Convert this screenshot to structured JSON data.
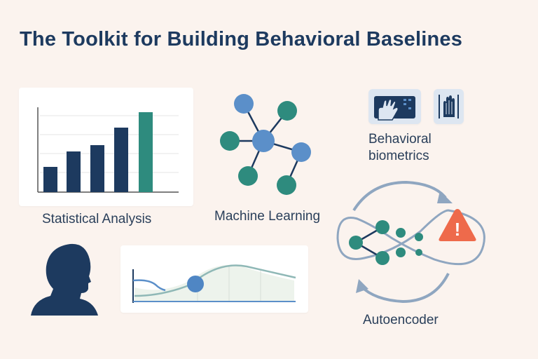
{
  "title": "The Toolkit for Building Behavioral Baselines",
  "colors": {
    "background": "#fbf3ee",
    "navy": "#1d3a5f",
    "teal": "#2e8b7e",
    "blue": "#5b8fc9",
    "gray_blue": "#8fa6c0",
    "warning": "#ee6a4b"
  },
  "tools": {
    "statistical_analysis": {
      "label": "Statistical Analysis"
    },
    "machine_learning": {
      "label": "Machine Learning"
    },
    "behavioral_biometrics": {
      "label_line1": "Behavioral",
      "label_line2": "biometrics"
    },
    "autoencoder": {
      "label": "Autoencoder"
    }
  },
  "icons": {
    "bar_chart": "bar-chart-icon",
    "network": "network-graph-icon",
    "keyboard_hand": "keyboard-hand-icon",
    "palm_scan": "palm-scan-icon",
    "person": "person-silhouette-icon",
    "timeline": "timeline-chart-icon",
    "warning": "warning-triangle-icon",
    "warning_mark": "!"
  }
}
